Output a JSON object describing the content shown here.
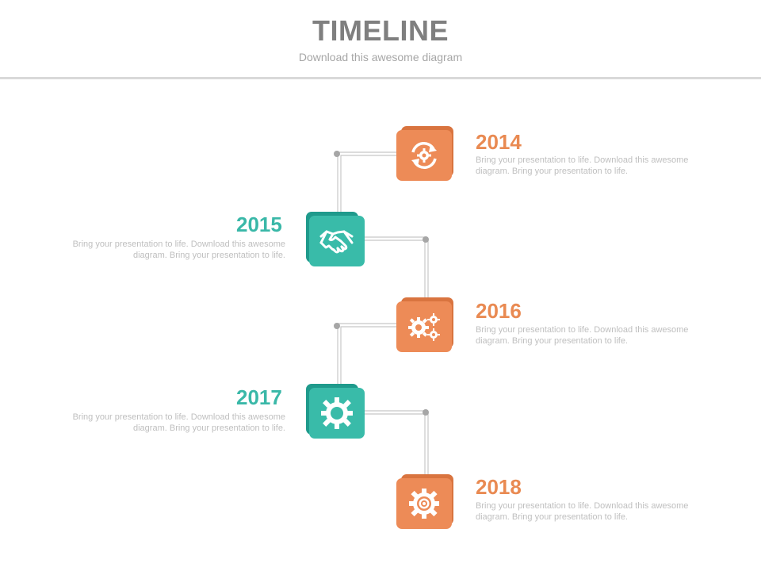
{
  "header": {
    "title": "TIMELINE",
    "subtitle": "Download this awesome diagram"
  },
  "colors": {
    "orange": "#ED8B57",
    "teal": "#39BBA9",
    "connector": "#C8C8C8"
  },
  "milestones": [
    {
      "year": "2014",
      "text": "Bring your presentation to life. Download this awesome diagram. Bring your presentation to life.",
      "icon": "refresh-gear-icon",
      "color": "orange"
    },
    {
      "year": "2015",
      "text": "Bring your presentation to life. Download this awesome diagram. Bring your presentation to life.",
      "icon": "handshake-icon",
      "color": "teal"
    },
    {
      "year": "2016",
      "text": "Bring your presentation to life. Download this awesome diagram. Bring your presentation to life.",
      "icon": "gears-icon",
      "color": "orange"
    },
    {
      "year": "2017",
      "text": "Bring your presentation to life. Download this awesome diagram. Bring your presentation to life.",
      "icon": "gear-icon",
      "color": "teal"
    },
    {
      "year": "2018",
      "text": "Bring your presentation to life. Download this awesome diagram. Bring your presentation to life.",
      "icon": "target-gear-icon",
      "color": "orange"
    }
  ]
}
